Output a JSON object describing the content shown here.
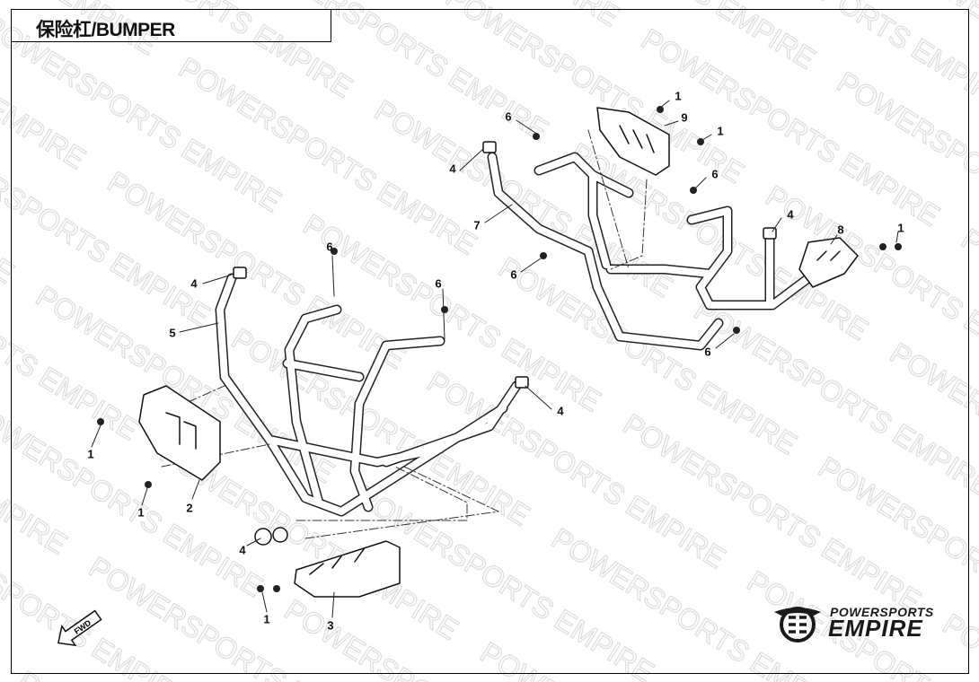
{
  "header": {
    "title": "保险杠/BUMPER"
  },
  "watermark": {
    "text": "POWERSPORTS EMPIRE"
  },
  "logo": {
    "line1": "POWERSPORTS",
    "line2": "EMPIRE"
  },
  "fwd_arrow": {
    "label": "FWD"
  },
  "callouts": {
    "right": [
      "1",
      "9",
      "1",
      "6",
      "4",
      "6",
      "7",
      "4",
      "8",
      "1",
      "6",
      "6"
    ],
    "left": [
      "6",
      "4",
      "6",
      "5",
      "4",
      "1",
      "1",
      "2",
      "4",
      "1",
      "3"
    ]
  }
}
